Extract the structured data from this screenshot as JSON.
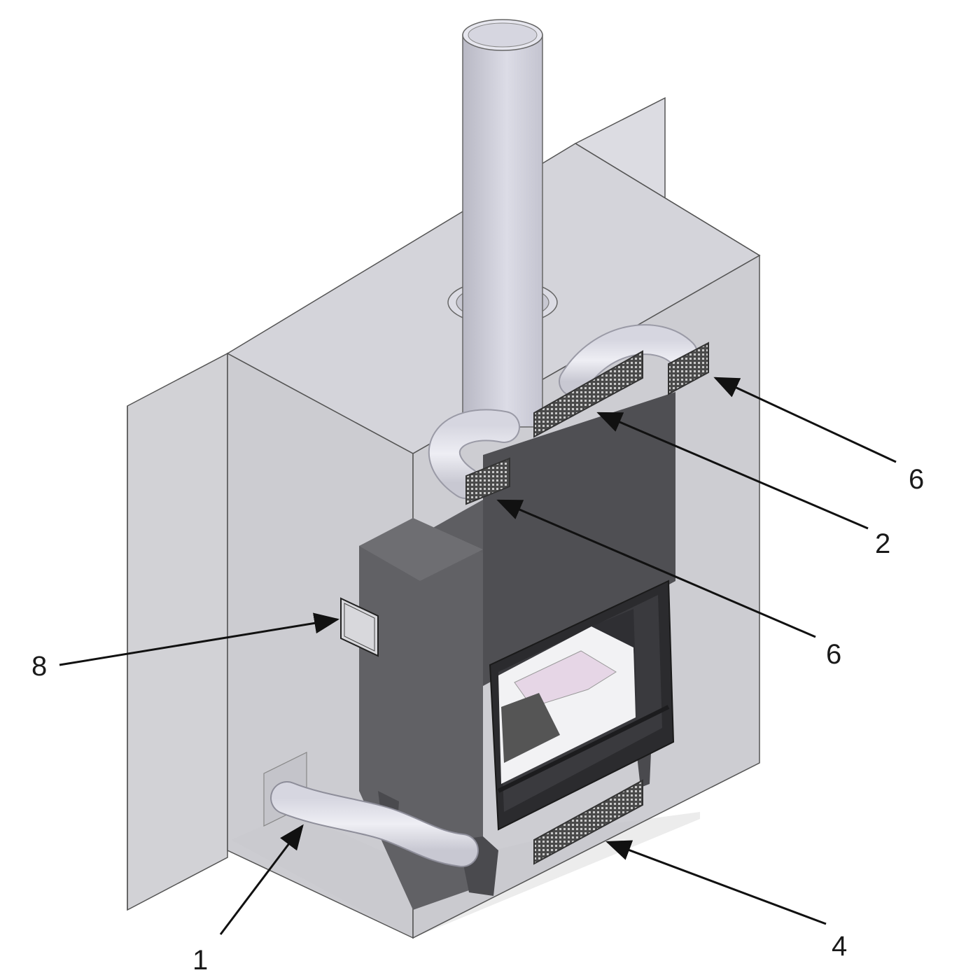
{
  "callouts": {
    "c1": "1",
    "c2": "2",
    "c4": "4",
    "c6a": "6",
    "c6b": "6",
    "c8": "8"
  }
}
